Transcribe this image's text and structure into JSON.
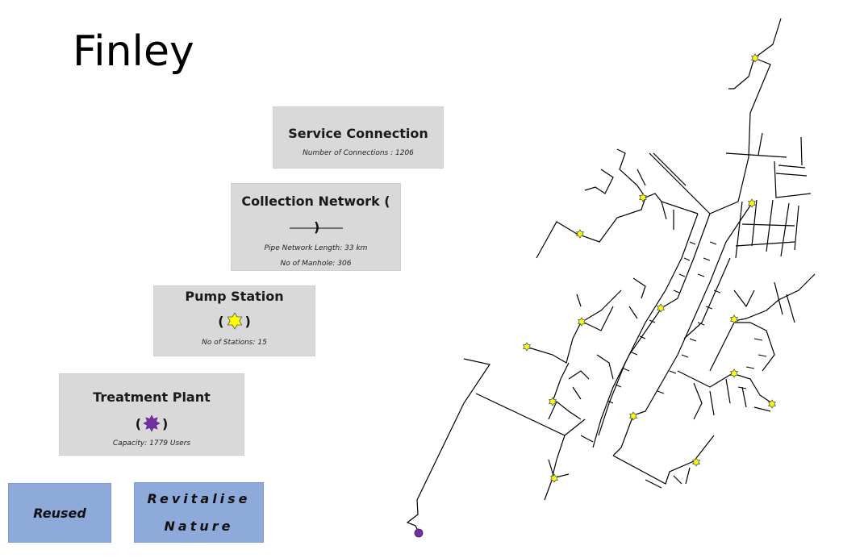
{
  "title": "Finley",
  "cards": {
    "service": {
      "title": "Service Connection",
      "info": "Number of Connections : 1206"
    },
    "collection": {
      "title": "Collection Network (",
      "close": ")",
      "info1": "Pipe Network Length: 33 km",
      "info2": "No of Manhole: 306"
    },
    "pump": {
      "title": "Pump Station",
      "open": "(",
      "close": ")",
      "info": "No of Stations: 15",
      "symbol_color": "#ffff00"
    },
    "plant": {
      "title": "Treatment Plant",
      "open": "(",
      "close": ")",
      "info": "Capacity: 1779 Users",
      "symbol_color": "#7030a0"
    }
  },
  "buttons": {
    "reused": "Reused",
    "revitalise_line1": "Revitalise",
    "revitalise_line2": "Nature"
  },
  "colors": {
    "card_bg": "#d9d9d9",
    "button_bg": "#8eaadb",
    "pump_station": "#ffff00",
    "treatment_plant": "#7030a0",
    "pipe": "#000000"
  }
}
